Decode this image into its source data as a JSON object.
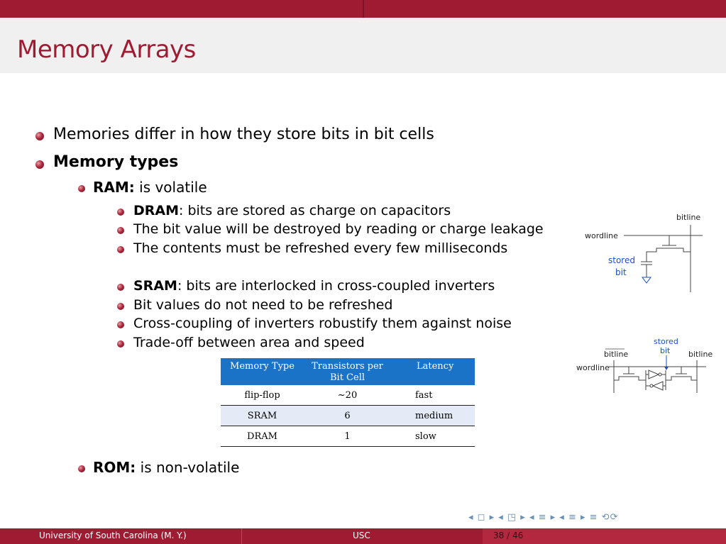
{
  "slide": {
    "title": "Memory Arrays",
    "bullets": {
      "b1": "Memories differ in how they store bits in bit cells",
      "b2": "Memory types",
      "ram_label": "RAM:",
      "ram_rest": " is volatile",
      "dram_label": "DRAM",
      "dram_rest": ": bits are stored as charge on capacitors",
      "dram_2": "The bit value will be destroyed by reading or charge leakage",
      "dram_3": "The contents must be refreshed every few milliseconds",
      "sram_label": "SRAM",
      "sram_rest": ": bits are interlocked in cross-coupled inverters",
      "sram_2": "Bit values do not need to be refreshed",
      "sram_3": "Cross-coupling of inverters robustify them against noise",
      "sram_4": "Trade-off between area and speed",
      "rom_label": "ROM:",
      "rom_rest": " is non-volatile"
    },
    "table": {
      "headers": [
        "Memory Type",
        "Transistors per Bit Cell",
        "Latency"
      ],
      "rows": [
        [
          "flip-flop",
          "~20",
          "fast"
        ],
        [
          "SRAM",
          "6",
          "medium"
        ],
        [
          "DRAM",
          "1",
          "slow"
        ]
      ]
    },
    "dram_diagram": {
      "bitline": "bitline",
      "wordline": "wordline",
      "stored": "stored",
      "bit": "bit"
    },
    "sram_diagram": {
      "bitline_bar": "bitline",
      "bitline": "bitline",
      "wordline": "wordline",
      "stored": "stored",
      "bit": "bit"
    }
  },
  "footer": {
    "institution": "University of South Carolina  (M. Y.)",
    "short": "USC",
    "page": "38 / 46"
  },
  "nav_symbols": "◂ ◻ ▸ ◂ ◳ ▸ ◂ ≡ ▸ ◂ ≡ ▸   ≡   ⟲⟳",
  "colors": {
    "accent": "#9e1b32",
    "table_header": "#1a73c7",
    "diagram_blue": "#1a4fd0"
  }
}
